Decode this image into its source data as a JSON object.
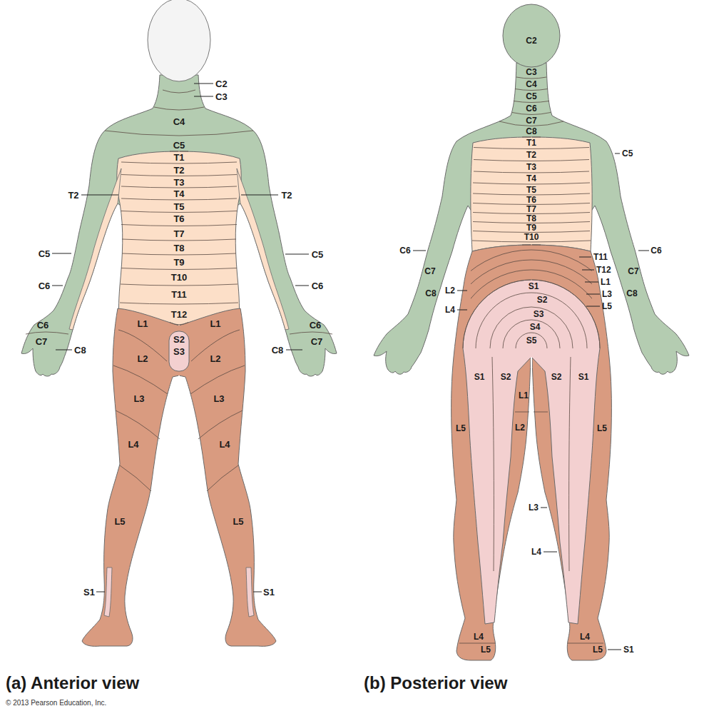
{
  "diagram": {
    "labels": [
      "C2",
      "C3",
      "C4",
      "C5",
      "T1",
      "T2",
      "T3",
      "T4",
      "T2",
      "T2",
      "T5",
      "T6",
      "T7",
      "T8",
      "C5",
      "C5",
      "T9",
      "T10",
      "C6",
      "C6",
      "T11",
      "T12",
      "C6",
      "L1",
      "L1",
      "C6",
      "S2",
      "C7",
      "C7",
      "C8",
      "C8",
      "S3",
      "L2",
      "L2",
      "L3",
      "L3",
      "L4",
      "L4",
      "L5",
      "L5",
      "S1",
      "S1",
      "C2",
      "C3",
      "C4",
      "C5",
      "C6",
      "C7",
      "C8",
      "T1",
      "C5",
      "T2",
      "T3",
      "T4",
      "T5",
      "T6",
      "T7",
      "T8",
      "T9",
      "T10",
      "C6",
      "C6",
      "T11",
      "T12",
      "C7",
      "C7",
      "L1",
      "S1",
      "L2",
      "C8",
      "C8",
      "L3",
      "S2",
      "L5",
      "L4",
      "S3",
      "S4",
      "S5",
      "S1",
      "S2",
      "S2",
      "S1",
      "L1",
      "L5",
      "L2",
      "L5",
      "L3",
      "L4",
      "L4",
      "L4",
      "L5",
      "L5",
      "S1",
      "(a) Anterior view",
      "(b) Posterior view",
      "© 2013 Pearson Education, Inc."
    ]
  }
}
